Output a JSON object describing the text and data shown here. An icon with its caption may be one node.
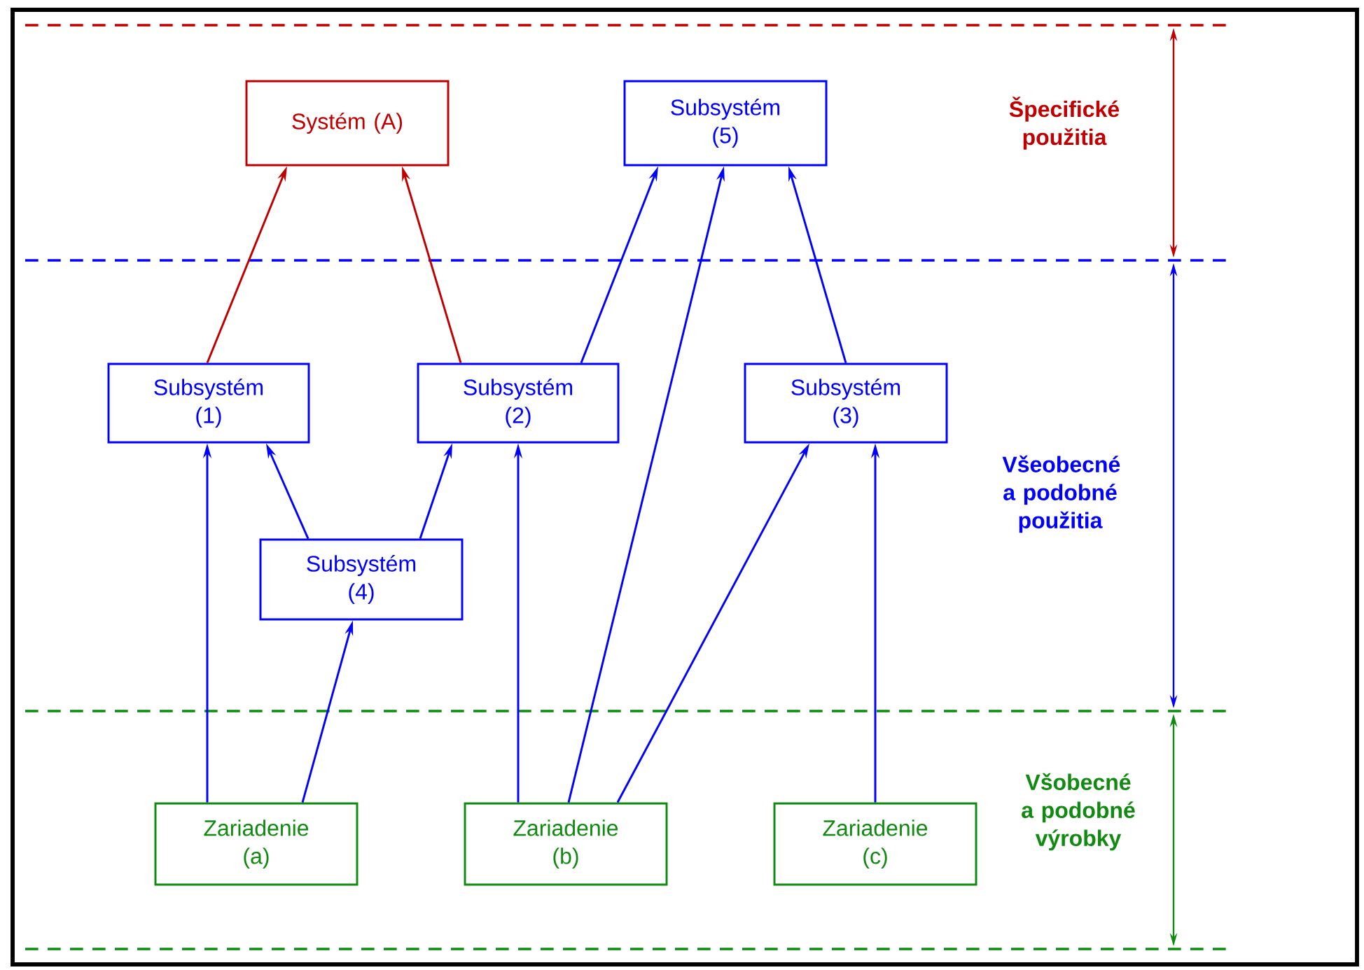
{
  "diagram": {
    "nodes": [
      {
        "text": [
          "Systém (A)"
        ]
      },
      {
        "text": [
          "Subsystém (5)"
        ]
      },
      {
        "text": [
          "Subsystém (1)"
        ]
      },
      {
        "text": [
          "Subsystém (2)"
        ]
      },
      {
        "text": [
          "Subsystém (3)"
        ]
      },
      {
        "text": [
          "Subsystém (4)"
        ]
      },
      {
        "text": [
          "Zariadenie (a)"
        ]
      },
      {
        "text": [
          "Zariadenie (b)"
        ]
      },
      {
        "text": [
          "Zariadenie (c)"
        ]
      }
    ],
    "edges": [
      {
        "from": 2,
        "to": 0,
        "arrow": "to",
        "color": "#c00000"
      },
      {
        "from": 3,
        "to": 0,
        "arrow": "to",
        "color": "#c00000"
      },
      {
        "from": 3,
        "to": 1,
        "arrow": "to"
      },
      {
        "from": 7,
        "to": 1,
        "arrow": "to"
      },
      {
        "from": 4,
        "to": 1,
        "arrow": "to"
      },
      {
        "from": 5,
        "to": 2,
        "arrow": "to"
      },
      {
        "from": 5,
        "to": 3,
        "arrow": "to"
      },
      {
        "from": 6,
        "to": 2,
        "arrow": "to"
      },
      {
        "from": 6,
        "to": 5,
        "arrow": "to"
      },
      {
        "from": 7,
        "to": 3,
        "arrow": "to"
      },
      {
        "from": 7,
        "to": 4,
        "arrow": "to"
      },
      {
        "from": 8,
        "to": 4,
        "arrow": "to"
      }
    ],
    "labels": [
      "Špecifické použitia",
      "Všeobecné a podobné použitia",
      "Všobecné a podobné výrobky"
    ]
  }
}
